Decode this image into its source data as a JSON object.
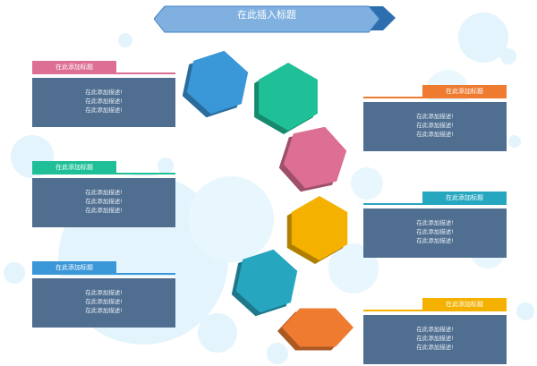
{
  "title": "在此插入标题",
  "colors": {
    "banner": "#7fb0e0",
    "banner_dark": "#2d6fae",
    "box": "#4f6e90",
    "bubble": "#d9f1fb",
    "pink": "#dc6f93",
    "teal": "#1fbf98",
    "blue": "#3a97d8",
    "orange": "#ee7b30",
    "cyan": "#27a6c0",
    "yellow": "#f5b100"
  },
  "panels": [
    {
      "id": "left-1",
      "heading": "在此添加标题",
      "accent": "#dc6f93",
      "lines": [
        "在此添加描述!",
        "在此添加描述!",
        "在此添加描述!"
      ]
    },
    {
      "id": "left-2",
      "heading": "在此添加标题",
      "accent": "#1fbf98",
      "lines": [
        "在此添加描述!",
        "在此添加描述!",
        "在此添加描述!"
      ]
    },
    {
      "id": "left-3",
      "heading": "在此添加标题",
      "accent": "#3a97d8",
      "lines": [
        "在此添加描述!",
        "在此添加描述!",
        "在此添加描述!"
      ]
    },
    {
      "id": "right-1",
      "heading": "在此添加标题",
      "accent": "#ee7b30",
      "lines": [
        "在此添加描述!",
        "在此添加描述!",
        "在此添加描述!"
      ]
    },
    {
      "id": "right-2",
      "heading": "在此添加标题",
      "accent": "#27a6c0",
      "lines": [
        "在此添加描述!",
        "在此添加描述!",
        "在此添加描述!"
      ]
    },
    {
      "id": "right-3",
      "heading": "在此添加标题",
      "accent": "#f5b100",
      "lines": [
        "在此添加描述!",
        "在此添加描述!",
        "在此添加描述!"
      ]
    }
  ],
  "hexagons": [
    {
      "name": "blue",
      "color": "#3a97d8"
    },
    {
      "name": "teal",
      "color": "#1fbf98"
    },
    {
      "name": "pink",
      "color": "#dc6f93"
    },
    {
      "name": "yellow",
      "color": "#f5b100"
    },
    {
      "name": "cyan",
      "color": "#27a6c0"
    },
    {
      "name": "orange",
      "color": "#ee7b30"
    }
  ]
}
